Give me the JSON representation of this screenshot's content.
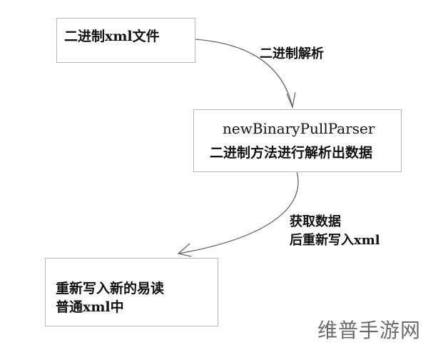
{
  "boxes": {
    "source": {
      "label": "二进制xml文件"
    },
    "parser": {
      "title": "newBinaryPullParser",
      "subtitle": "二进制方法进行解析出数据"
    },
    "output": {
      "line1": "重新写入新的易读",
      "line2": "普通xml中"
    }
  },
  "edges": {
    "parse_label": "二进制解析",
    "fetch_label_line1": "获取数据",
    "fetch_label_line2": "后重新写入xml"
  },
  "watermark": "维普手游网",
  "colors": {
    "line": "#666666",
    "box_border": "#b8b8b8",
    "text": "#111111",
    "watermark": "#6a6a6a"
  }
}
